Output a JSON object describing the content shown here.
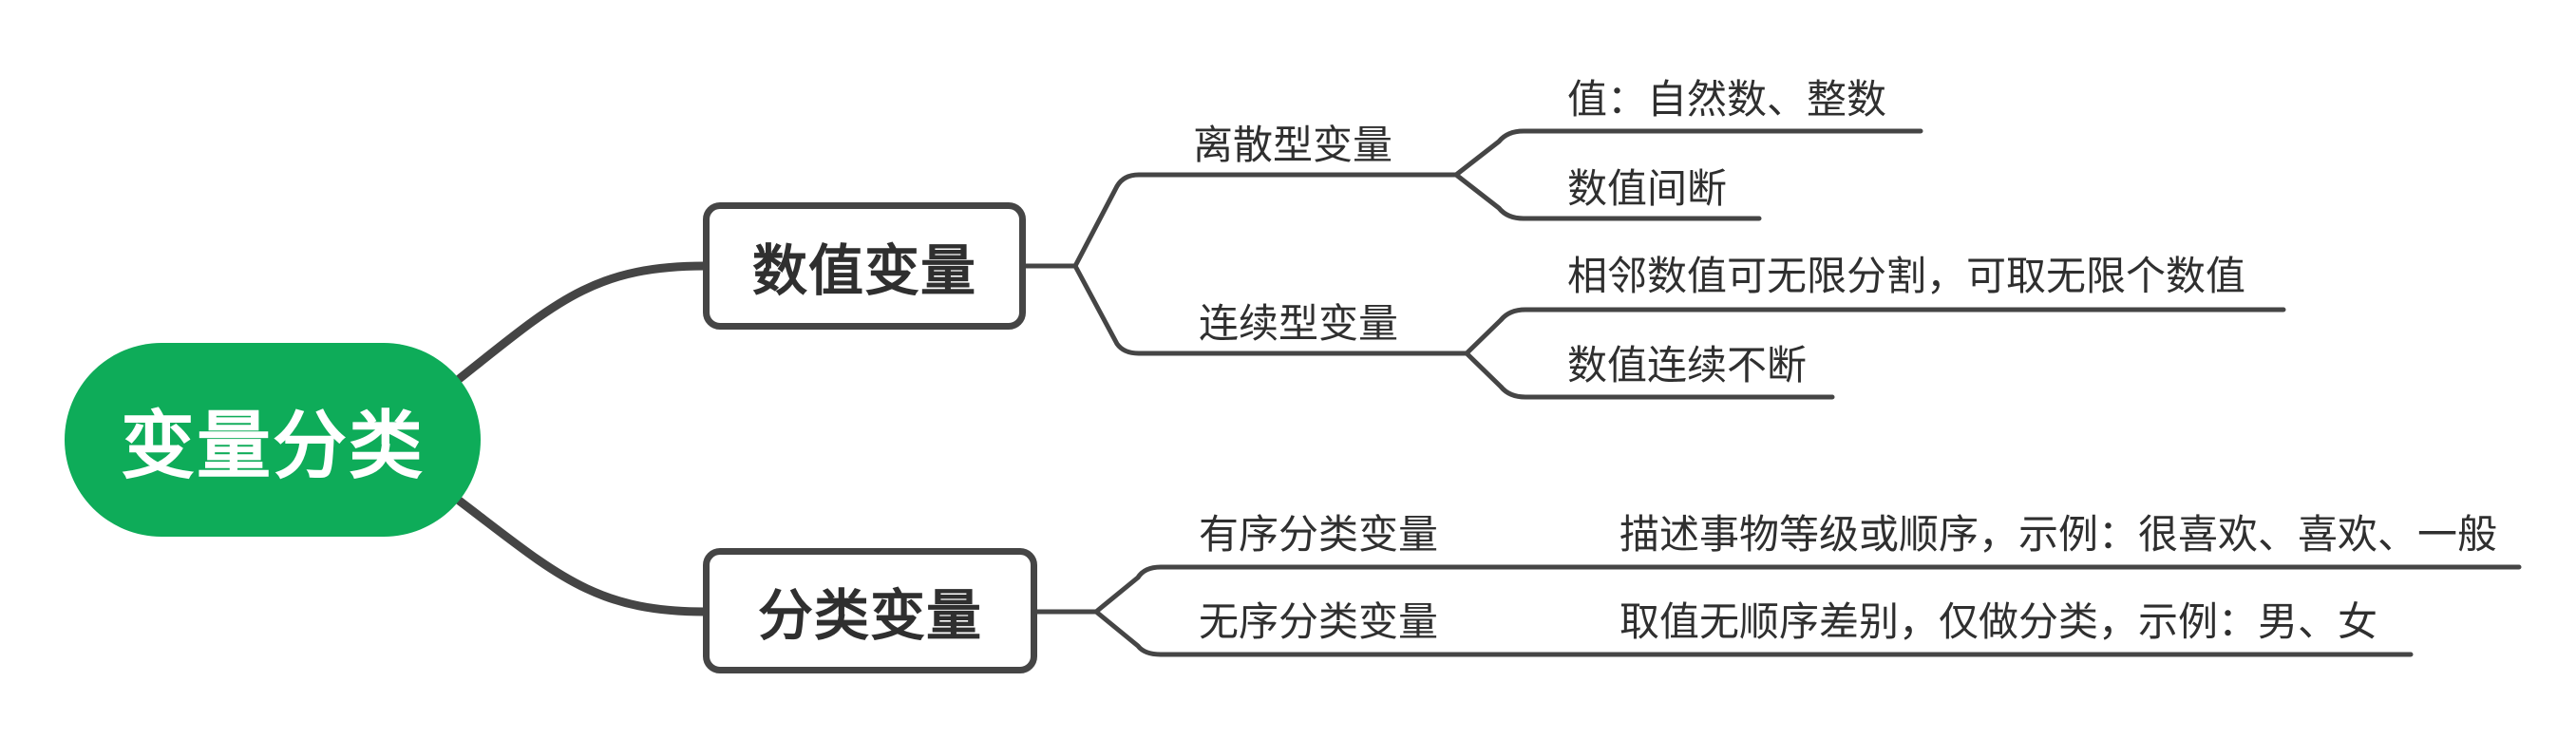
{
  "colors": {
    "root_fill": "#0EAC59",
    "root_text": "#FFFFFF",
    "line": "#454545",
    "text": "#2F2F2F",
    "background": "#FFFFFF"
  },
  "root": {
    "label": "变量分类"
  },
  "branches": [
    {
      "label": "数值变量",
      "children": [
        {
          "label": "离散型变量",
          "children": [
            {
              "label": "值：自然数、整数"
            },
            {
              "label": "数值间断"
            }
          ]
        },
        {
          "label": "连续型变量",
          "children": [
            {
              "label": "相邻数值可无限分割，可取无限个数值"
            },
            {
              "label": "数值连续不断"
            }
          ]
        }
      ]
    },
    {
      "label": "分类变量",
      "children": [
        {
          "label": "有序分类变量",
          "children": [
            {
              "label": "描述事物等级或顺序，示例：很喜欢、喜欢、一般"
            }
          ]
        },
        {
          "label": "无序分类变量",
          "children": [
            {
              "label": "取值无顺序差别，仅做分类，示例：男、女"
            }
          ]
        }
      ]
    }
  ]
}
